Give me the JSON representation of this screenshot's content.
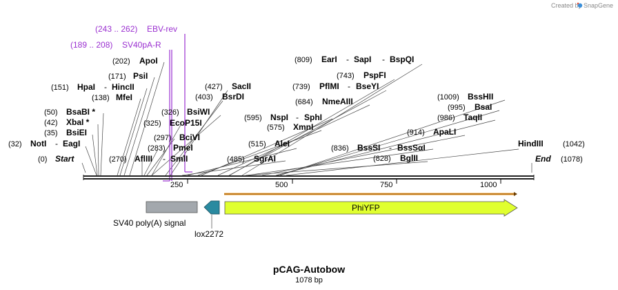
{
  "credit": {
    "text": "Created by",
    "brand": "SnapGene"
  },
  "map": {
    "name": "pCAG-Autobow",
    "length_label": "1078 bp",
    "length": 1078,
    "start_label": "Start",
    "start_pos": "(0)",
    "end_label": "End",
    "end_pos": "(1078)",
    "ticks": [
      {
        "value": 250,
        "label": "250"
      },
      {
        "value": 500,
        "label": "500"
      },
      {
        "value": 750,
        "label": "750"
      },
      {
        "value": 1000,
        "label": "1000"
      }
    ]
  },
  "primers": [
    {
      "pos": "(243 .. 262)",
      "name": "EBV-rev"
    },
    {
      "pos": "(189 .. 208)",
      "name": "SV40pA-R"
    }
  ],
  "sites": [
    {
      "pos": "(32)",
      "names": [
        "NotI",
        "EagI"
      ]
    },
    {
      "pos": "(35)",
      "names": [
        "BsiEI"
      ]
    },
    {
      "pos": "(42)",
      "names": [
        "XbaI *"
      ]
    },
    {
      "pos": "(50)",
      "names": [
        "BsaBI *"
      ]
    },
    {
      "pos": "(138)",
      "names": [
        "MfeI"
      ]
    },
    {
      "pos": "(151)",
      "names": [
        "HpaI",
        "HincII"
      ]
    },
    {
      "pos": "(171)",
      "names": [
        "PsiI"
      ]
    },
    {
      "pos": "(202)",
      "names": [
        "ApoI"
      ]
    },
    {
      "pos": "(270)",
      "names": [
        "AflIII",
        "SmlI"
      ]
    },
    {
      "pos": "(283)",
      "names": [
        "PmeI"
      ]
    },
    {
      "pos": "(297)",
      "names": [
        "BciVI"
      ]
    },
    {
      "pos": "(325)",
      "names": [
        "EcoP15I"
      ]
    },
    {
      "pos": "(326)",
      "names": [
        "BsiWI"
      ]
    },
    {
      "pos": "(403)",
      "names": [
        "BsrDI"
      ]
    },
    {
      "pos": "(427)",
      "names": [
        "SacII"
      ]
    },
    {
      "pos": "(485)",
      "names": [
        "SgrAI"
      ]
    },
    {
      "pos": "(515)",
      "names": [
        "AleI"
      ]
    },
    {
      "pos": "(575)",
      "names": [
        "XmnI"
      ]
    },
    {
      "pos": "(595)",
      "names": [
        "NspI",
        "SphI"
      ]
    },
    {
      "pos": "(684)",
      "names": [
        "NmeAIII"
      ]
    },
    {
      "pos": "(739)",
      "names": [
        "PflMI",
        "BseYI"
      ]
    },
    {
      "pos": "(743)",
      "names": [
        "PspFI"
      ]
    },
    {
      "pos": "(809)",
      "names": [
        "EarI",
        "SapI",
        "BspQI"
      ]
    },
    {
      "pos": "(828)",
      "names": [
        "BglII"
      ]
    },
    {
      "pos": "(836)",
      "names": [
        "BssSI",
        "BssSαI"
      ]
    },
    {
      "pos": "(914)",
      "names": [
        "ApaLI"
      ]
    },
    {
      "pos": "(986)",
      "names": [
        "TaqII"
      ]
    },
    {
      "pos": "(995)",
      "names": [
        "BsaI"
      ]
    },
    {
      "pos": "(1009)",
      "names": [
        "BssHII"
      ]
    },
    {
      "pos": "(1042)",
      "names": [
        "HindIII"
      ]
    }
  ],
  "features": [
    {
      "name": "SV40 poly(A) signal",
      "color": "#a3a8ad"
    },
    {
      "name": "lox2272",
      "color": "#2a8aa0"
    },
    {
      "name": "PhiYFP",
      "color": "#e0ff2f"
    }
  ],
  "colors": {
    "primer": "#9a2fd0",
    "orf": "#f0a030",
    "backbone": "#222222"
  }
}
